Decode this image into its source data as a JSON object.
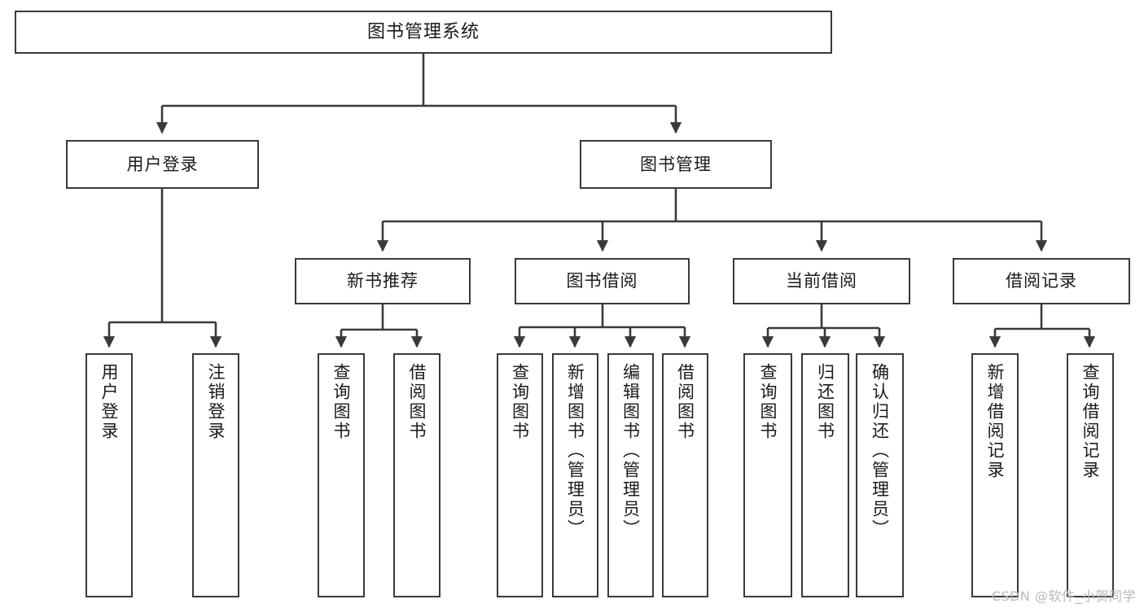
{
  "diagram": {
    "title": "图书管理系统",
    "type": "tree-hierarchy-chart",
    "watermark": "CSDN @软件_小贺同学",
    "colors": {
      "box_border": "#3a3a3a",
      "box_fill": "#ffffff",
      "connector": "#3a3a3a",
      "text": "#1a1a1a",
      "watermark": "#b9b9b9"
    },
    "nodes": {
      "root": {
        "label": "图书管理系统"
      },
      "level2": [
        {
          "id": "user-login",
          "label": "用户登录"
        },
        {
          "id": "book-management",
          "label": "图书管理"
        }
      ],
      "level3": [
        {
          "id": "new-book-recommend",
          "label": "新书推荐"
        },
        {
          "id": "book-borrow",
          "label": "图书借阅"
        },
        {
          "id": "current-borrow",
          "label": "当前借阅"
        },
        {
          "id": "borrow-record",
          "label": "借阅记录"
        }
      ],
      "leaves": {
        "user_login": [
          {
            "id": "leaf-user-login",
            "label": "用户登录"
          },
          {
            "id": "leaf-logout-login",
            "label": "注销登录"
          }
        ],
        "new_book_recommend": [
          {
            "id": "leaf-query-book-1",
            "label": "查询图书"
          },
          {
            "id": "leaf-borrow-book-1",
            "label": "借阅图书"
          }
        ],
        "book_borrow": [
          {
            "id": "leaf-query-book-2",
            "label": "查询图书"
          },
          {
            "id": "leaf-add-book",
            "label": "新增图书（管理员）"
          },
          {
            "id": "leaf-edit-book",
            "label": "编辑图书（管理员）"
          },
          {
            "id": "leaf-borrow-book-2",
            "label": "借阅图书"
          }
        ],
        "current_borrow": [
          {
            "id": "leaf-query-book-3",
            "label": "查询图书"
          },
          {
            "id": "leaf-return-book",
            "label": "归还图书"
          },
          {
            "id": "leaf-confirm-return",
            "label": "确认归还（管理员）"
          }
        ],
        "borrow_record": [
          {
            "id": "leaf-add-record",
            "label": "新增借阅记录"
          },
          {
            "id": "leaf-query-record",
            "label": "查询借阅记录"
          }
        ]
      }
    }
  }
}
